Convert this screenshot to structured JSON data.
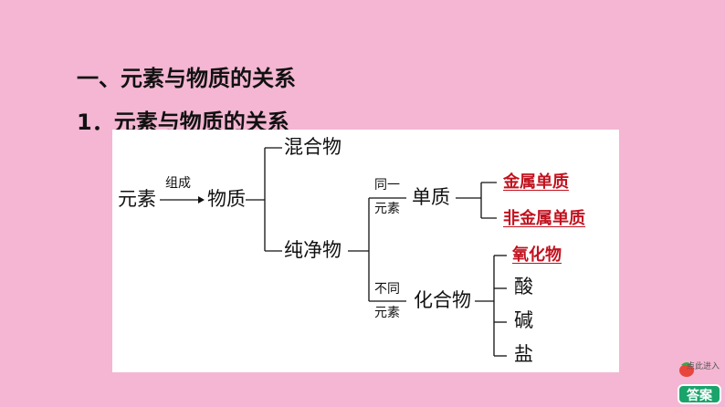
{
  "heading": {
    "section": "一、元素与物质的关系",
    "subsection": "1．元素与物质的关系"
  },
  "diagram": {
    "element": "元素",
    "compose": "组成",
    "substance": "物质",
    "mixture": "混合物",
    "pure": "纯净物",
    "same_top": "同一",
    "same_bottom": "元素",
    "simple": "单质",
    "metal_simple": "金属单质",
    "nonmetal_simple": "非金属单质",
    "diff_top": "不同",
    "diff_bottom": "元素",
    "compound": "化合物",
    "oxide": "氧化物",
    "acid": "酸",
    "base": "碱",
    "salt": "盐"
  },
  "badge": {
    "small_text": "点此进入",
    "label": "答案"
  },
  "colors": {
    "background": "#f4b6d2",
    "panel": "#ffffff",
    "answer_red": "#c1121f",
    "badge_green": "#1aa36b"
  }
}
